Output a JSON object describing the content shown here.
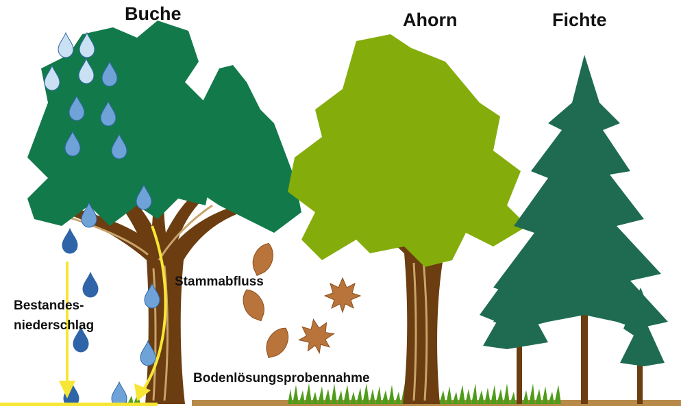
{
  "labels": {
    "buche": "Buche",
    "ahorn": "Ahorn",
    "fichte": "Fichte",
    "stammabfluss": "Stammabfluss",
    "bestandes_line1": "Bestandes-",
    "bestandes_line2": "niederschlag",
    "bodenloesung": "Bodenlösungsprobennahme"
  },
  "colors": {
    "beech_foliage": "#127a4a",
    "maple_foliage": "#84ad0b",
    "spruce_foliage": "#1e6b52",
    "trunk": "#6b3d10",
    "bark_highlight": "#c9a46a",
    "arrow": "#f7e634",
    "drop_light": "#c9e1f2",
    "drop_mid": "#6fa3d8",
    "drop_dark": "#2f64a8",
    "leaf_brown": "#b8743a",
    "grass": "#4f9c1a"
  }
}
